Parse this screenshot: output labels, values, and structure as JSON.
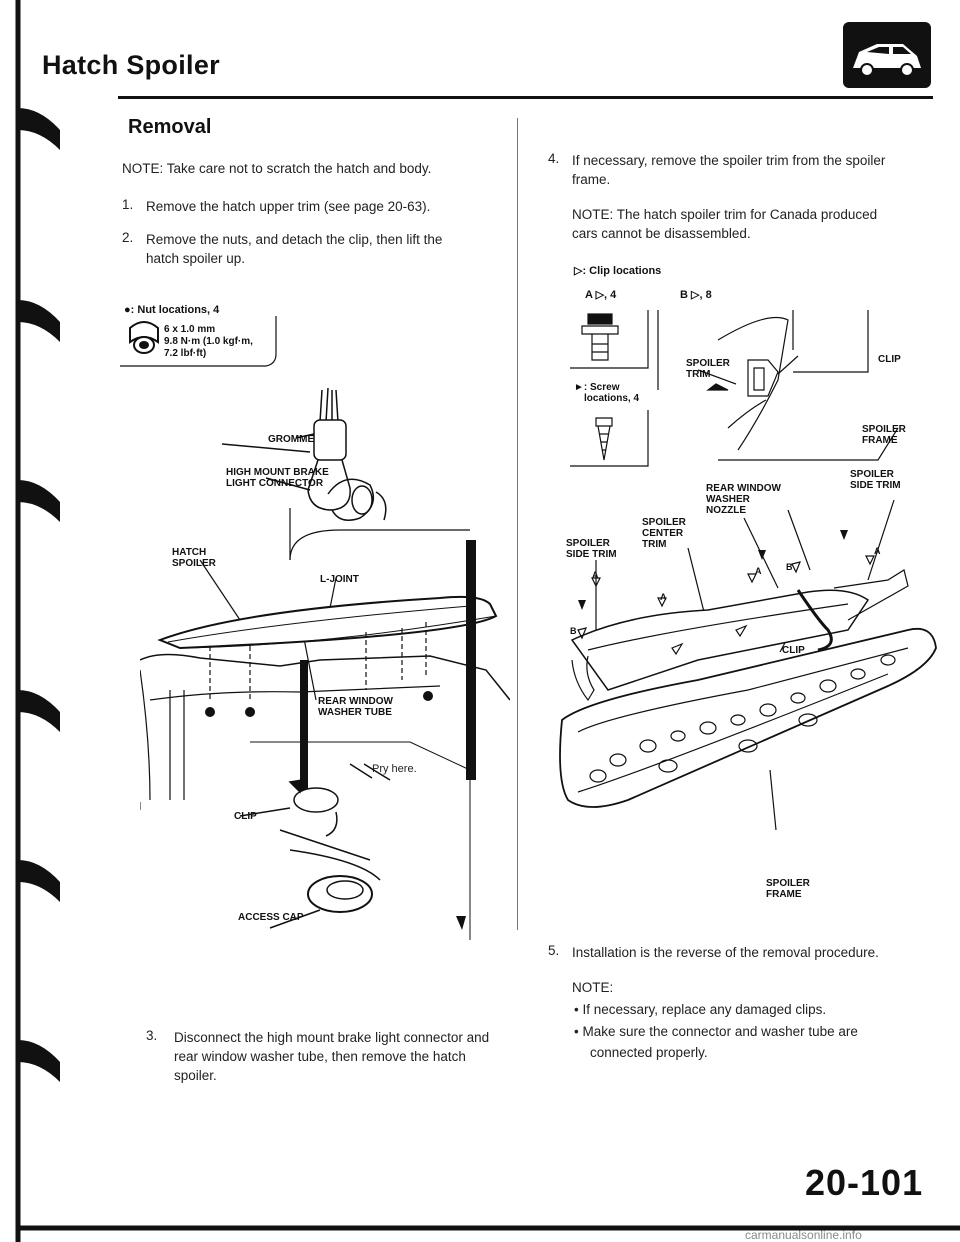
{
  "header": {
    "title": "Hatch Spoiler"
  },
  "section": {
    "title": "Removal"
  },
  "left": {
    "note": "NOTE: Take care not to scratch the hatch and body.",
    "steps": [
      {
        "num": "1.",
        "text": "Remove the hatch upper trim (see page 20-63)."
      },
      {
        "num": "2.",
        "text_line1": "Remove the nuts, and detach the clip, then lift the",
        "text_line2": "hatch spoiler up."
      },
      {
        "num": "3.",
        "text_line1": "Disconnect the high mount brake light connector and",
        "text_line2": "rear window washer tube, then remove the hatch",
        "text_line3": "spoiler."
      }
    ],
    "legend": {
      "nut_locations": ": Nut locations, 4",
      "torque_line1": "6 x 1.0 mm",
      "torque_line2": "9.8 N·m (1.0 kgf·m,",
      "torque_line3": "7.2 lbf·ft)"
    },
    "labels": {
      "grommet": "GROMMET",
      "hmbl_line1": "HIGH MOUNT BRAKE",
      "hmbl_line2": "LIGHT CONNECTOR",
      "hatch_line1": "HATCH",
      "hatch_line2": "SPOILER",
      "ljoint": "L-JOINT",
      "rwwt_line1": "REAR WINDOW",
      "rwwt_line2": "WASHER TUBE",
      "pry": "Pry here.",
      "clip": "CLIP",
      "access_cap": "ACCESS CAP"
    }
  },
  "right": {
    "steps": [
      {
        "num": "4.",
        "text_line1": "If necessary, remove the spoiler trim from the spoiler",
        "text_line2": "frame."
      },
      {
        "num": "5.",
        "text": "Installation is the reverse of the removal procedure."
      }
    ],
    "note4_line1": "NOTE: The hatch spoiler trim for Canada produced",
    "note4_line2": "cars cannot be disassembled.",
    "note5_head": "NOTE:",
    "note5_bullets": [
      "If necessary, replace any damaged clips.",
      "Make sure the connector and washer tube are"
    ],
    "note5_cont": "connected properly.",
    "legend": {
      "clip_locations": "▷: Clip locations",
      "a_count": "A ▷, 4",
      "b_count": "B ▷, 8",
      "screw_line1": "►: Screw",
      "screw_line2": "locations, 4"
    },
    "labels": {
      "spoiler_trim_1": "SPOILER",
      "spoiler_trim_2": "TRIM",
      "clip": "CLIP",
      "spoiler_frame_1": "SPOILER",
      "spoiler_frame_2": "FRAME",
      "rwn_1": "REAR WINDOW",
      "rwn_2": "WASHER",
      "rwn_3": "NOZZLE",
      "sst_r_1": "SPOILER",
      "sst_r_2": "SIDE TRIM",
      "sct_1": "SPOILER",
      "sct_2": "CENTER",
      "sct_3": "TRIM",
      "sst_l_1": "SPOILER",
      "sst_l_2": "SIDE TRIM",
      "clip2": "CLIP",
      "frame_1": "SPOILER",
      "frame_2": "FRAME",
      "letter_a": "A",
      "letter_b": "B"
    }
  },
  "footer": {
    "page_number": "20-101",
    "watermark": "carmanualsonline.info"
  }
}
